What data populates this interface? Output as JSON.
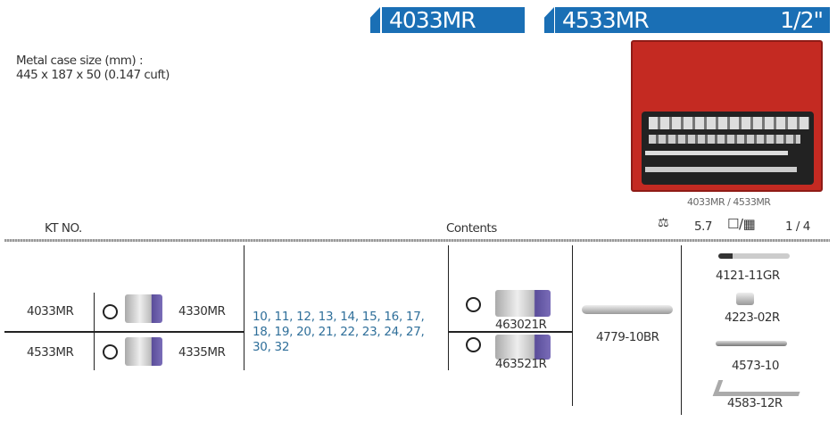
{
  "header": {
    "model_a": "4033MR",
    "model_b": "4533MR",
    "drive": "1/2\""
  },
  "case_info": {
    "line1": "Metal case size (mm) :",
    "line2": "445 x 187 x 50 (0.147 cuft)"
  },
  "image_caption": "4033MR / 4533MR",
  "columns": {
    "kt_no": "KT NO.",
    "contents": "Contents"
  },
  "packing": {
    "weight": "5.7",
    "carton": "1 / 4",
    "weight_icon": "scale-kg-icon",
    "box_icon": "box-icon",
    "carton_icon": "carton-icon"
  },
  "rows": [
    {
      "kt_no": "4033MR",
      "socket": "4330MR"
    },
    {
      "kt_no": "4533MR",
      "socket": "4335MR"
    }
  ],
  "sizes": "10, 11, 12, 13, 14, 15, 16, 17, 18, 19, 20, 21, 22, 23, 24, 27, 30, 32",
  "spark_sockets": [
    "463021R",
    "463521R"
  ],
  "ratchet": "4779-10BR",
  "accessories": [
    "4121-11GR",
    "4223-02R",
    "4573-10",
    "4583-12R"
  ],
  "colors": {
    "brand_blue": "#1a6fb5",
    "size_text": "#2f6f9a",
    "case_red": "#c42a22"
  }
}
